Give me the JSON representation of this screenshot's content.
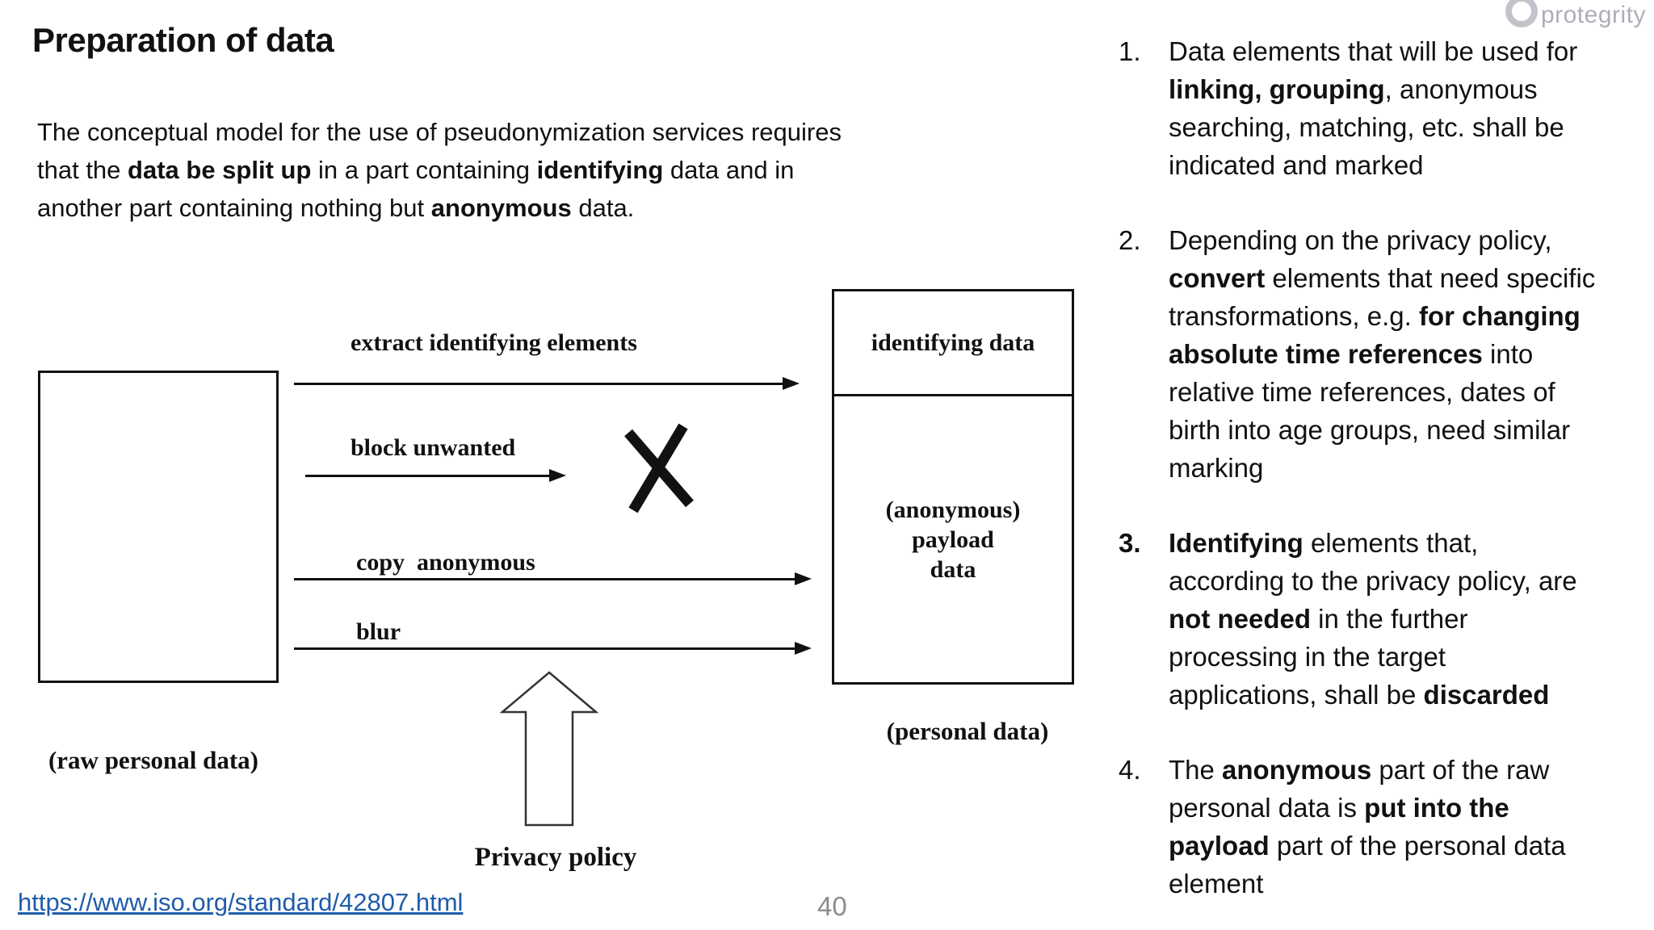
{
  "header": {
    "title": "Preparation of data",
    "logo_text": "protegrity"
  },
  "colors": {
    "text_black": "#111111",
    "link_blue": "#1f5caa",
    "logo_gray": "#aeaeb8",
    "page_number_gray": "#8c8c8c"
  },
  "intro": {
    "lines": [
      [
        {
          "t": "The conceptual model for the use of pseudonymization services requires"
        }
      ],
      [
        {
          "t": "that the "
        },
        {
          "t": "data be split up",
          "b": true
        },
        {
          "t": " in a part containing "
        },
        {
          "t": "identifying",
          "b": true
        },
        {
          "t": " data and in"
        }
      ],
      [
        {
          "t": "another part containing nothing but "
        },
        {
          "t": "anonymous",
          "b": true
        },
        {
          "t": " data."
        }
      ]
    ]
  },
  "diagram": {
    "source_box_caption": "(raw personal data)",
    "target_top_label": "identifying data",
    "target_bottom_lines": [
      "(anonymous)",
      "payload",
      "data"
    ],
    "target_box_caption": "(personal data)",
    "arrows": [
      {
        "label": "extract identifying elements"
      },
      {
        "label": "block unwanted"
      },
      {
        "label": "copy  anonymous"
      },
      {
        "label": "blur"
      }
    ],
    "blocked_icon": "x-cross-icon",
    "privacy_policy_label": "Privacy policy"
  },
  "notes": {
    "items": [
      {
        "number": "1.",
        "lines": [
          [
            {
              "t": "Data elements that will be used for"
            }
          ],
          [
            {
              "t": "linking, grouping",
              "b": true
            },
            {
              "t": ", anonymous"
            }
          ],
          [
            {
              "t": "searching, matching, etc. shall be"
            }
          ],
          [
            {
              "t": "indicated and marked"
            }
          ]
        ]
      },
      {
        "number": "2.",
        "lines": [
          [
            {
              "t": "Depending on the privacy policy,"
            }
          ],
          [
            {
              "t": "convert",
              "b": true
            },
            {
              "t": " elements that need specific"
            }
          ],
          [
            {
              "t": "transformations, e.g. "
            },
            {
              "t": "for changing",
              "b": true
            }
          ],
          [
            {
              "t": "absolute time references",
              "b": true
            },
            {
              "t": " into"
            }
          ],
          [
            {
              "t": "relative time references, dates of"
            }
          ],
          [
            {
              "t": "birth into age groups, need similar"
            }
          ],
          [
            {
              "t": "marking"
            }
          ]
        ]
      },
      {
        "number": "3.",
        "lines": [
          [
            {
              "t": "Identifying",
              "b": true
            },
            {
              "t": " elements that,"
            }
          ],
          [
            {
              "t": "according to the privacy policy, are"
            }
          ],
          [
            {
              "t": "not needed",
              "b": true
            },
            {
              "t": " in the further"
            }
          ],
          [
            {
              "t": "processing in the target"
            }
          ],
          [
            {
              "t": "applications, shall be "
            },
            {
              "t": "discarded",
              "b": true
            }
          ]
        ]
      },
      {
        "number": "4.",
        "lines": [
          [
            {
              "t": "The "
            },
            {
              "t": "anonymous",
              "b": true
            },
            {
              "t": " part of the raw"
            }
          ],
          [
            {
              "t": "personal data is "
            },
            {
              "t": "put into the",
              "b": true
            }
          ],
          [
            {
              "t": "payload",
              "b": true
            },
            {
              "t": " part of the personal data"
            }
          ],
          [
            {
              "t": "element"
            }
          ]
        ]
      }
    ]
  },
  "footer": {
    "link": "https://www.iso.org/standard/42807.html",
    "page_number": "40"
  }
}
